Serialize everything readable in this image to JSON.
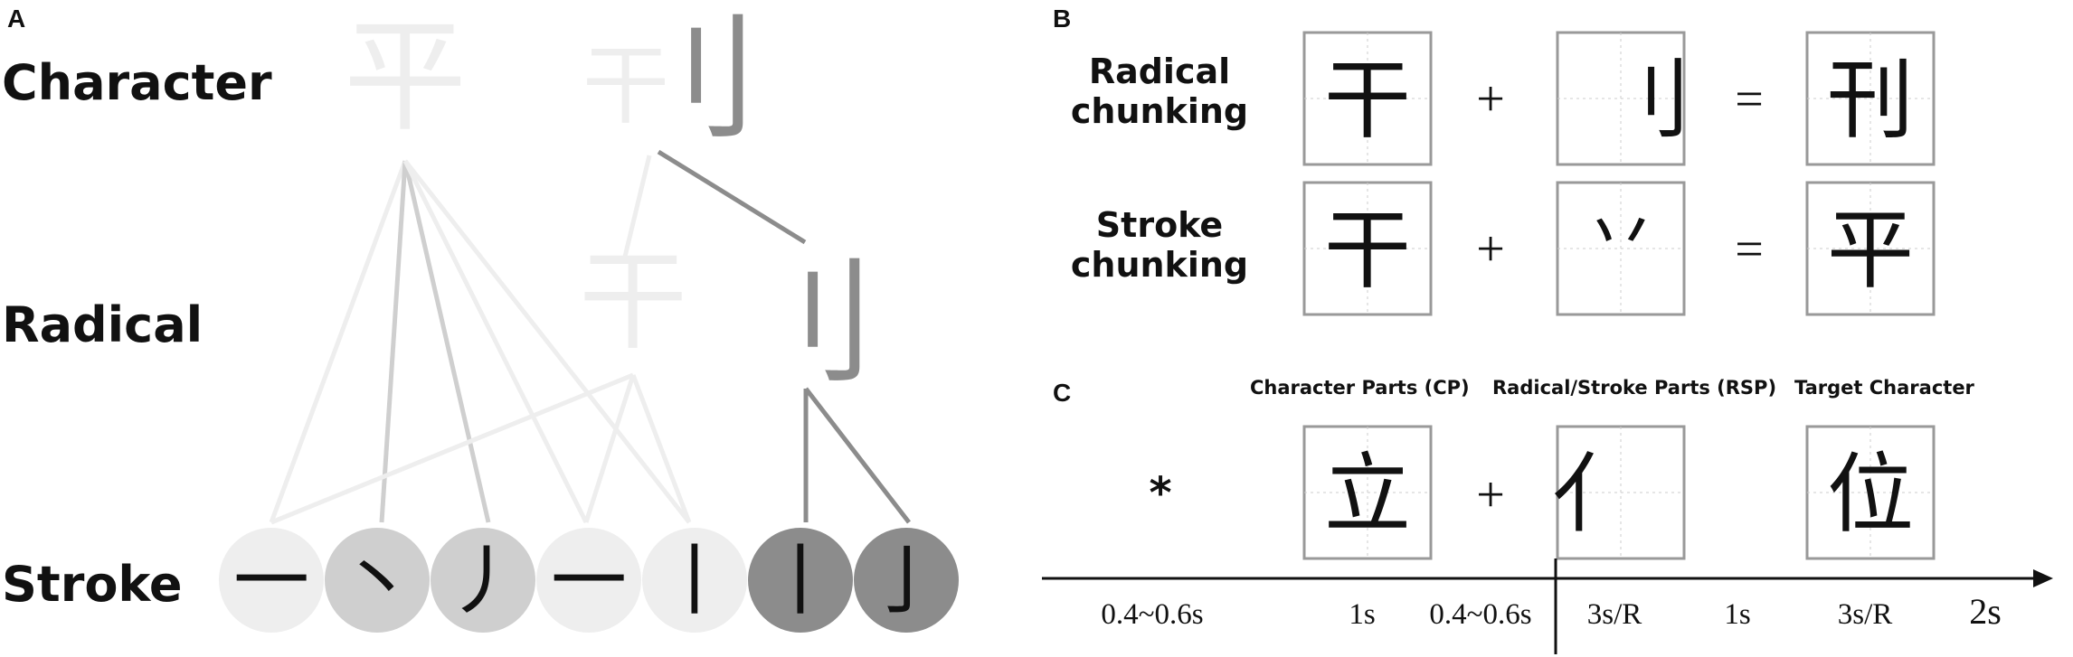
{
  "panel_a": {
    "letter": "A",
    "row_labels": {
      "character": "Character",
      "radical": "Radical",
      "stroke": "Stroke"
    },
    "characters": {
      "ping": "平",
      "kan_left": "干",
      "kan_right": "刂"
    },
    "radicals": {
      "gan": "干",
      "dao": "刂"
    },
    "strokes": [
      {
        "glyph": "一",
        "shade": "#eeeeee"
      },
      {
        "glyph": "丶",
        "shade": "#cfcfcf"
      },
      {
        "glyph": "丿",
        "shade": "#cfcfcf"
      },
      {
        "glyph": "一",
        "shade": "#eeeeee"
      },
      {
        "glyph": "丨",
        "shade": "#eeeeee"
      },
      {
        "glyph": "丨",
        "shade": "#8c8c8c"
      },
      {
        "glyph": "亅",
        "shade": "#8c8c8c"
      }
    ],
    "colors": {
      "faint": "#eeeeee",
      "light": "#cfcfcf",
      "dark": "#8c8c8c"
    }
  },
  "panel_b": {
    "letter": "B",
    "rows": [
      {
        "label_line1": "Radical",
        "label_line2": "chunking",
        "part1": "干",
        "op1": "+",
        "part2": "刂",
        "op2": "=",
        "result": "刊"
      },
      {
        "label_line1": "Stroke",
        "label_line2": "chunking",
        "part1": "干",
        "op1": "+",
        "part2": "丷",
        "op2": "=",
        "result": "平"
      }
    ]
  },
  "panel_c": {
    "letter": "C",
    "headers": {
      "cp": "Character Parts (CP)",
      "rsp": "Radical/Stroke Parts (RSP)",
      "target": "Target Character"
    },
    "fixation": "*",
    "cp_char": "立",
    "plus": "+",
    "rsp_char": "亻",
    "target_char": "位",
    "timeline_labels": [
      "0.4~0.6s",
      "1s",
      "0.4~0.6s",
      "3s/R",
      "1s",
      "3s/R"
    ],
    "scale_label": "2s"
  }
}
